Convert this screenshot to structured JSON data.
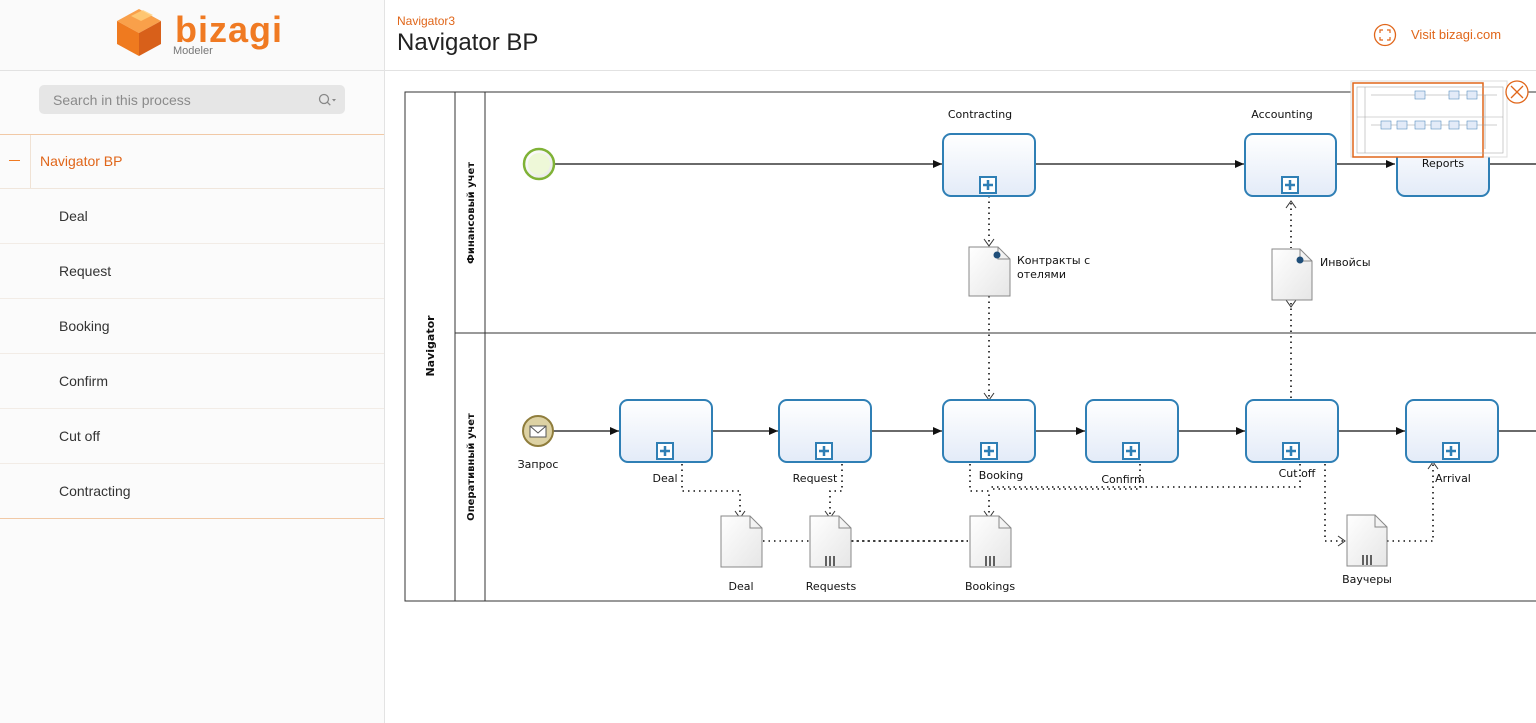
{
  "app": {
    "logo_text": "bizagi",
    "logo_sub": "Modeler"
  },
  "search": {
    "placeholder": "Search in this process"
  },
  "sidebar": {
    "root": {
      "label": "Navigator BP"
    },
    "items": [
      {
        "label": "Deal"
      },
      {
        "label": "Request"
      },
      {
        "label": "Booking"
      },
      {
        "label": "Confirm"
      },
      {
        "label": "Cut off"
      },
      {
        "label": "Contracting"
      }
    ]
  },
  "header": {
    "breadcrumb": "Navigator3",
    "title": "Navigator BP",
    "visit_label": "Visit bizagi.com"
  },
  "diagram": {
    "pool": "Navigator",
    "lanes": [
      "Финансовый учет",
      "Оперативный учет"
    ],
    "tasks_top": [
      {
        "label": "Contracting"
      },
      {
        "label": "Accounting"
      },
      {
        "label": "Reports"
      }
    ],
    "tasks_bottom": [
      {
        "label": "Deal"
      },
      {
        "label": "Request"
      },
      {
        "label": "Booking"
      },
      {
        "label": "Confirm"
      },
      {
        "label": "Cut off"
      },
      {
        "label": "Arrival"
      }
    ],
    "event_label": "Запрос",
    "documents_top": [
      {
        "label_line1": "Контракты с",
        "label_line2": "отелями"
      },
      {
        "label_line1": "Инвойсы",
        "label_line2": ""
      }
    ],
    "documents_bottom": [
      {
        "label": "Deal"
      },
      {
        "label": "Requests"
      },
      {
        "label": "Bookings"
      },
      {
        "label": "Ваучеры"
      }
    ]
  },
  "colors": {
    "accent": "#e0661a",
    "task_border": "#2f7fb5",
    "task_fill": "#eef3fb",
    "start_event": "#8dc63f"
  }
}
